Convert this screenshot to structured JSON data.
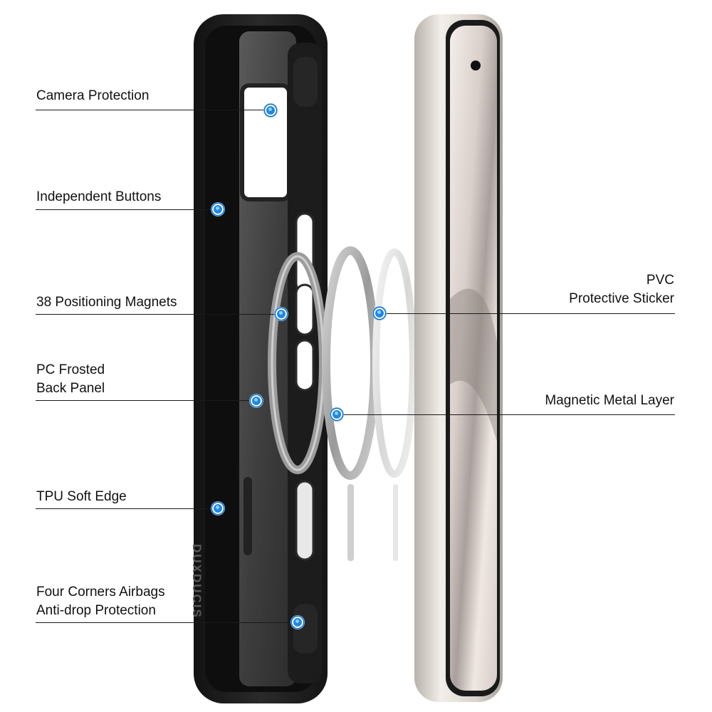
{
  "brand": {
    "logo_text": "DUXDUCIS"
  },
  "colors": {
    "accent": "#1e88e5",
    "case_black": "#1b1b1b",
    "phone_frame": "#d8d3cd",
    "text": "#111111"
  },
  "callouts": {
    "left": [
      {
        "id": "camera",
        "lines": [
          "Camera Protection"
        ]
      },
      {
        "id": "buttons",
        "lines": [
          "Independent Buttons"
        ]
      },
      {
        "id": "magnets",
        "lines": [
          "38 Positioning Magnets"
        ]
      },
      {
        "id": "back_panel",
        "lines": [
          "PC Frosted",
          "Back Panel"
        ]
      },
      {
        "id": "edge",
        "lines": [
          "TPU Soft Edge"
        ]
      },
      {
        "id": "airbags",
        "lines": [
          "Four Corners Airbags",
          "Anti-drop Protection"
        ]
      }
    ],
    "right": [
      {
        "id": "sticker",
        "lines": [
          "PVC",
          "Protective Sticker"
        ]
      },
      {
        "id": "metal",
        "lines": [
          "Magnetic Metal Layer"
        ]
      }
    ]
  }
}
